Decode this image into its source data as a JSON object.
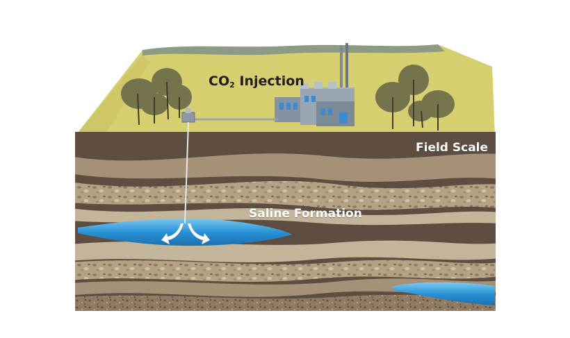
{
  "labels": {
    "co2_prefix": "CO",
    "co2_subscript": "2",
    "co2_suffix": " Injection",
    "field_scale": "Field Scale",
    "saline_formation": "Saline Formation"
  },
  "colors": {
    "surface": "#d6cf6f",
    "background_hills": "#8c9a86",
    "dark_soil": "#5e4e41",
    "tan_layer": "#a49178",
    "light_layer": "#c3b59a",
    "brine": "#3a9fd9",
    "plant": "#8593a0"
  },
  "icons": [
    "power-plant-icon",
    "wellhead-icon",
    "tree-icon",
    "flow-arrow-icon"
  ]
}
